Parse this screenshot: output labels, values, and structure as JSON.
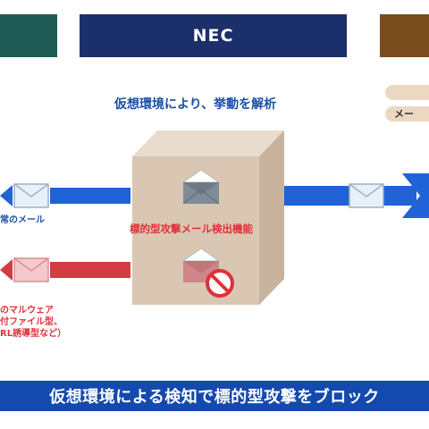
{
  "header": {
    "center_label": "NEC"
  },
  "legend": {
    "item_2_label": "メー"
  },
  "caption": "仮想環境により、挙動を解析",
  "box": {
    "label": "標的型攻撃メール検出機能"
  },
  "left_labels": {
    "normal_mail": "常のメール",
    "malware_line_1": "のマルウェア",
    "malware_line_2": "付ファイル型、",
    "malware_line_3": "RL誘導型など）"
  },
  "banner": "仮想環境による検知で標的型攻撃をブロック",
  "colors": {
    "blue_flow": "#1f63d6",
    "red_flow": "#d23b42",
    "box_front": "#d9c7b3",
    "header_nec": "#1b2f6b",
    "header_left": "#1f5a55",
    "header_right": "#7a4d1c",
    "banner": "#1449ad"
  }
}
